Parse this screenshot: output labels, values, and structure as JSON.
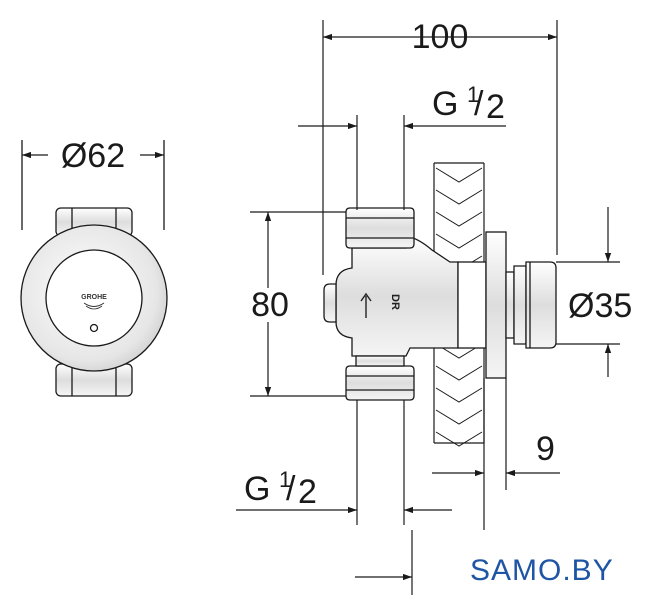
{
  "diagram": {
    "front_view": {
      "diameter_label": "Ø62",
      "brand_logo": "GROHE"
    },
    "side_view": {
      "width_label": "100",
      "thread_top_label": "G 1/2",
      "thread_top": {
        "prefix": "G ",
        "num": "1",
        "den": "2"
      },
      "height_label": "80",
      "cap_diameter_label": "Ø35",
      "thread_bottom_label": "G 1/2",
      "thread_bottom": {
        "prefix": "G ",
        "num": "1",
        "den": "2"
      },
      "offset_label": "9",
      "body_marking": "DR",
      "flow_arrow_icon": "up-arrow-icon"
    }
  },
  "watermark": "SAMO.BY",
  "colors": {
    "line": "#1a1a1a",
    "fill_light": "#eeeeee",
    "watermark": "#1e55a5"
  }
}
